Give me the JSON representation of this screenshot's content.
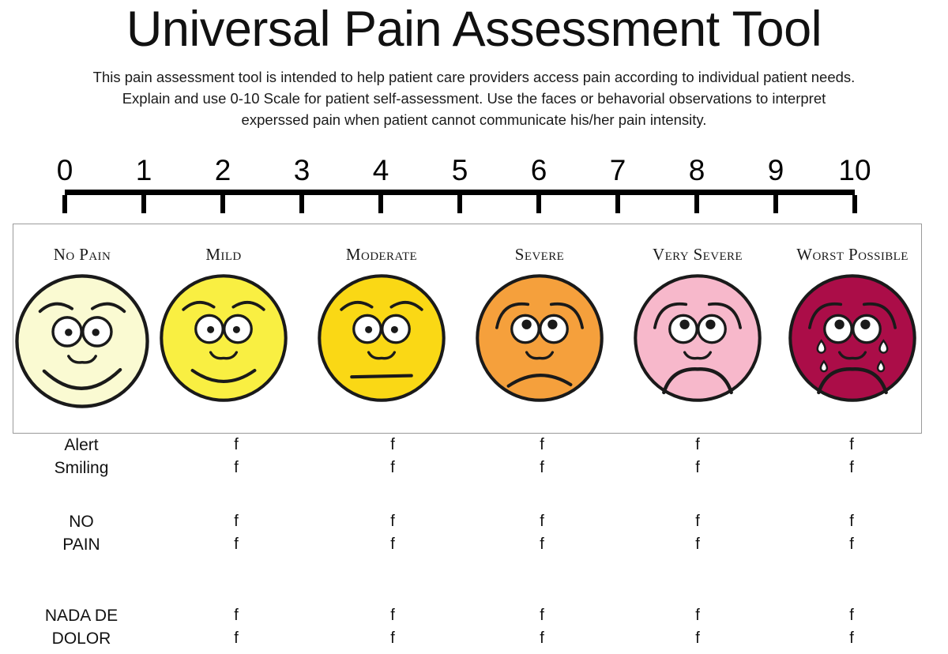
{
  "title": "Universal Pain Assessment Tool",
  "intro": [
    "This pain assessment tool is intended to help patient care providers access pain according to individual patient needs.",
    "Explain and use 0-10 Scale for patient self-assessment.  Use the faces or behavorial observations to interpret",
    "experssed pain when patient cannot communicate his/her pain intensity."
  ],
  "scale": {
    "numbers": [
      "0",
      "1",
      "2",
      "3",
      "4",
      "5",
      "6",
      "7",
      "8",
      "9",
      "10"
    ],
    "min": 0,
    "max": 10
  },
  "faces": [
    {
      "label": "No Pain",
      "value": 0,
      "color": "#FAFAD2",
      "expression": "big-smile",
      "tears": false
    },
    {
      "label": "Mild",
      "value": 2,
      "color": "#F9EF42",
      "expression": "smile",
      "tears": false
    },
    {
      "label": "Moderate",
      "value": 4,
      "color": "#FAD815",
      "expression": "neutral",
      "tears": false
    },
    {
      "label": "Severe",
      "value": 6,
      "color": "#F5A03C",
      "expression": "frown",
      "tears": false
    },
    {
      "label": "Very Severe",
      "value": 8,
      "color": "#F7B8CB",
      "expression": "deep-frown",
      "tears": false
    },
    {
      "label": "Worst Possible",
      "value": 10,
      "color": "#AB0D48",
      "expression": "crying",
      "tears": true
    }
  ],
  "descriptor_groups": [
    {
      "name": "behavioral-observation",
      "lines": [
        [
          "Alert",
          "f",
          "f",
          "f",
          "f",
          "f"
        ],
        [
          "Smiling",
          "f",
          "f",
          "f",
          "f",
          "f"
        ]
      ]
    },
    {
      "name": "english-descriptor",
      "lines": [
        [
          "NO",
          "f",
          "f",
          "f",
          "f",
          "f"
        ],
        [
          "PAIN",
          "f",
          "f",
          "f",
          "f",
          "f"
        ]
      ]
    },
    {
      "name": "spanish-descriptor",
      "lines": [
        [
          "NADA DE",
          "f",
          "f",
          "f",
          "f",
          "f"
        ],
        [
          "DOLOR",
          "f",
          "f",
          "f",
          "f",
          "f"
        ]
      ]
    }
  ],
  "colors": {
    "panel_border": "#9a9a9a",
    "ink": "#111111",
    "scale_bar": "#000000",
    "face_outline": "#1a1a1a"
  }
}
